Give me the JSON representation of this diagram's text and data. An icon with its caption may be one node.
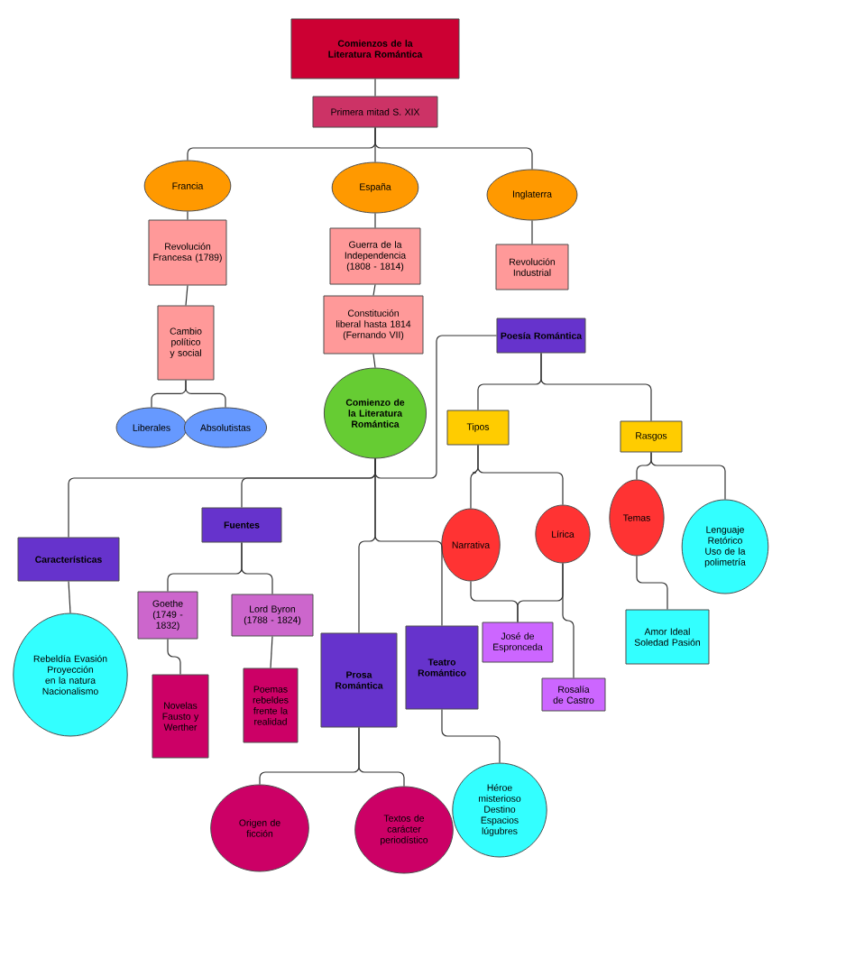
{
  "diagram": {
    "nodes": [
      {
        "text": [
          "Comienzos de la Literatura Romántica"
        ]
      },
      {
        "text": [
          "Primera mitad S. XIX"
        ]
      },
      {
        "text": [
          "Francia"
        ]
      },
      {
        "text": [
          "España"
        ]
      },
      {
        "text": [
          "Inglaterra"
        ]
      },
      {
        "text": [
          "Revolución Francesa (1789)"
        ]
      },
      {
        "text": [
          "Guerra de la Independencia (1808 - 1814)"
        ]
      },
      {
        "text": [
          "Constitución liberal hasta 1814 (Fernando VII)"
        ]
      },
      {
        "text": [
          "Revolución Industrial"
        ]
      },
      {
        "text": [
          "Cambio político y social"
        ]
      },
      {
        "text": [
          "Liberales"
        ]
      },
      {
        "text": [
          "Absolutistas"
        ]
      },
      {
        "text": [
          "Comienzo de la Literatura Romántica"
        ]
      },
      {
        "text": [
          "Poesía Romántica"
        ]
      },
      {
        "text": [
          "Tipos"
        ]
      },
      {
        "text": [
          "Rasgos"
        ]
      },
      {
        "text": [
          "Narrativa"
        ]
      },
      {
        "text": [
          "Lírica"
        ]
      },
      {
        "text": [
          "Temas"
        ]
      },
      {
        "text": [
          "Lenguaje Retórico Uso de la polimetría"
        ]
      },
      {
        "text": [
          "Amor Ideal Soledad Pasión"
        ]
      },
      {
        "text": [
          "Características"
        ]
      },
      {
        "text": [
          "Fuentes"
        ]
      },
      {
        "text": [
          "Rebeldía Evasión Proyección en la natura Nacionalismo"
        ]
      },
      {
        "text": [
          "Goethe (1749 - 1832)"
        ]
      },
      {
        "text": [
          "Lord Byron (1788 - 1824)"
        ]
      },
      {
        "text": [
          "Novelas Fausto y Werther"
        ]
      },
      {
        "text": [
          "Poemas rebeldes frente la realidad"
        ]
      },
      {
        "text": [
          "Prosa Romántica"
        ]
      },
      {
        "text": [
          "Teatro Romántico"
        ]
      },
      {
        "text": [
          "José de Espronceda"
        ]
      },
      {
        "text": [
          "Rosalía de Castro"
        ]
      },
      {
        "text": [
          "Héroe misterioso Destino Espacios lúgubres"
        ]
      },
      {
        "text": [
          "Origen de ficción"
        ]
      },
      {
        "text": [
          "Textos de carácter periodístico"
        ]
      }
    ],
    "edges": [
      {
        "from": 0,
        "to": 1,
        "arrow": "none"
      },
      {
        "from": 1,
        "to": 2,
        "arrow": "none"
      },
      {
        "from": 1,
        "to": 3,
        "arrow": "none"
      },
      {
        "from": 1,
        "to": 4,
        "arrow": "none"
      },
      {
        "from": 2,
        "to": 5,
        "arrow": "none"
      },
      {
        "from": 5,
        "to": 9,
        "arrow": "none"
      },
      {
        "from": 9,
        "to": 10,
        "arrow": "none"
      },
      {
        "from": 9,
        "to": 11,
        "arrow": "none"
      },
      {
        "from": 3,
        "to": 6,
        "arrow": "none"
      },
      {
        "from": 6,
        "to": 7,
        "arrow": "none"
      },
      {
        "from": 7,
        "to": 12,
        "arrow": "none"
      },
      {
        "from": 4,
        "to": 8,
        "arrow": "none"
      },
      {
        "from": 12,
        "to": 13,
        "arrow": "none"
      },
      {
        "from": 12,
        "to": 21,
        "arrow": "none"
      },
      {
        "from": 12,
        "to": 22,
        "arrow": "none"
      },
      {
        "from": 12,
        "to": 28,
        "arrow": "none"
      },
      {
        "from": 12,
        "to": 29,
        "arrow": "none"
      },
      {
        "from": 13,
        "to": 14,
        "arrow": "none"
      },
      {
        "from": 13,
        "to": 15,
        "arrow": "none"
      },
      {
        "from": 14,
        "to": 16,
        "arrow": "none"
      },
      {
        "from": 14,
        "to": 17,
        "arrow": "none"
      },
      {
        "from": 15,
        "to": 18,
        "arrow": "none"
      },
      {
        "from": 15,
        "to": 19,
        "arrow": "none"
      },
      {
        "from": 18,
        "to": 20,
        "arrow": "none"
      },
      {
        "from": 16,
        "to": 30,
        "arrow": "none"
      },
      {
        "from": 17,
        "to": 30,
        "arrow": "none"
      },
      {
        "from": 17,
        "to": 31,
        "arrow": "none"
      },
      {
        "from": 21,
        "to": 23,
        "arrow": "none"
      },
      {
        "from": 22,
        "to": 24,
        "arrow": "none"
      },
      {
        "from": 22,
        "to": 25,
        "arrow": "none"
      },
      {
        "from": 24,
        "to": 26,
        "arrow": "none"
      },
      {
        "from": 25,
        "to": 27,
        "arrow": "none"
      },
      {
        "from": 28,
        "to": 33,
        "arrow": "none"
      },
      {
        "from": 28,
        "to": 34,
        "arrow": "none"
      },
      {
        "from": 29,
        "to": 32,
        "arrow": "none"
      }
    ]
  }
}
